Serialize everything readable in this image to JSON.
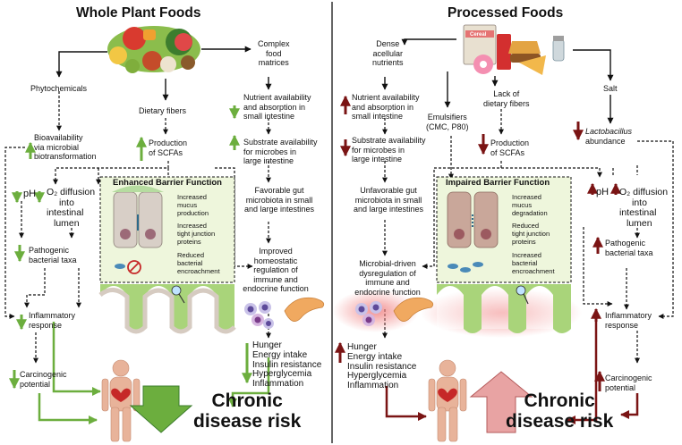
{
  "colors": {
    "green": "#6cae3e",
    "darkred": "#7a1414",
    "pinkglow": "#f08080",
    "panelgreen": "#eef6dc",
    "intestine": "#a9d47a",
    "cell": "#d8cfc7",
    "cellbad": "#c9a79a"
  },
  "left": {
    "title": "Whole Plant Foods",
    "phytochemicals": "Phytochemicals",
    "bioavailability": [
      "Bioavailability",
      "via microbial",
      "biotransformation"
    ],
    "dietary_fibers": "Dietary fibers",
    "complex_food": [
      "Complex",
      "food",
      "matrices"
    ],
    "nutrient": [
      "Nutrient availability",
      "and absorption in",
      "small intestine"
    ],
    "substrate": [
      "Substrate availability",
      "for microbes in",
      "large intestine"
    ],
    "favorable": [
      "Favorable gut",
      "microbiota in small",
      "and large intestines"
    ],
    "production": [
      "Production",
      "of SCFAs"
    ],
    "ph": "pH",
    "o2": [
      "O₂ diffusion",
      "into",
      "intestinal",
      "lumen"
    ],
    "box_title": "Enhanced Barrier Function",
    "box_items": [
      [
        "Increased",
        "mucus",
        "production"
      ],
      [
        "Increased",
        "tight junction",
        "proteins"
      ],
      [
        "Reduced",
        "bacterial",
        "encroachment"
      ]
    ],
    "pathogenic": [
      "Pathogenic",
      "bacterial taxa"
    ],
    "improved": [
      "Improved",
      "homeostatic",
      "regulation of",
      "immune and",
      "endocrine function"
    ],
    "inflammatory": [
      "Inflammatory",
      "response"
    ],
    "carcinogenic": [
      "Carcinogenic",
      "potential"
    ],
    "hunger": [
      "Hunger",
      "Energy intake",
      "Insulin resistance",
      "Hyperglycemia",
      "Inflammation"
    ],
    "chronic": [
      "Chronic",
      "disease risk"
    ]
  },
  "right": {
    "title": "Processed Foods",
    "cereal": "Cereal",
    "dense": [
      "Dense",
      "acellular",
      "nutrients"
    ],
    "salt": "Salt",
    "nutrient": [
      "Nutrient availability",
      "and absorption in",
      "small intestine"
    ],
    "lack": [
      "Lack of",
      "dietary fibers"
    ],
    "emulsifiers": [
      "Emulsifiers",
      "(CMC, P80)"
    ],
    "lactobacillus": "Lactobacillus",
    "abundance": "abundance",
    "substrate": [
      "Substrate availability",
      "for microbes in",
      "large intestine"
    ],
    "production": [
      "Production",
      "of SCFAs"
    ],
    "unfavorable": [
      "Unfavorable gut",
      "microbiota in small",
      "and large intestines"
    ],
    "box_title": "Impaired Barrier Function",
    "box_items": [
      [
        "Increased",
        "mucus",
        "degradation"
      ],
      [
        "Reduced",
        "tight junction",
        "proteins"
      ],
      [
        "Increased",
        "bacterial",
        "encroachment"
      ]
    ],
    "ph": "pH",
    "o2": [
      "O₂ diffusion",
      "into",
      "intestinal",
      "lumen"
    ],
    "microbial": [
      "Microbial-driven",
      "dysregulation of",
      "immune and",
      "endocrine function"
    ],
    "pathogenic": [
      "Pathogenic",
      "bacterial taxa"
    ],
    "inflammatory": [
      "Inflammatory",
      "response"
    ],
    "hunger": [
      "Hunger",
      "Energy intake",
      "Insulin resistance",
      "Hyperglycemia",
      "Inflammation"
    ],
    "carcinogenic": [
      "Carcinogenic",
      "potential"
    ],
    "chronic": [
      "Chronic",
      "disease risk"
    ]
  }
}
